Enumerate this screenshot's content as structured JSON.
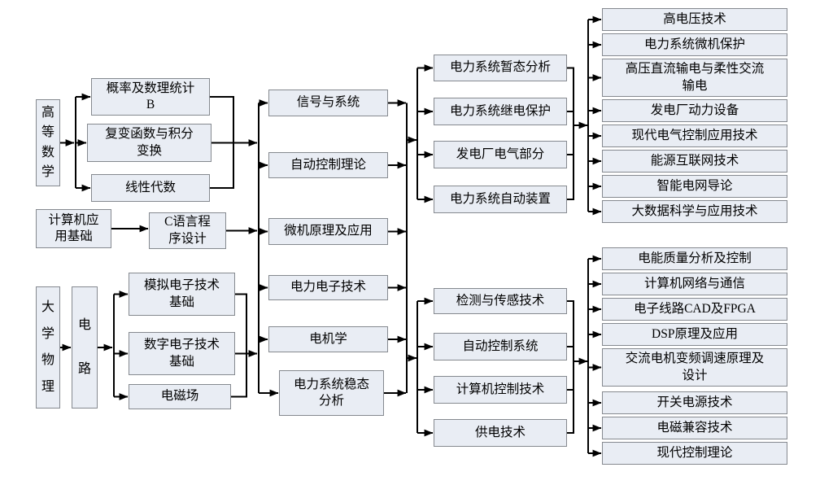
{
  "diagram": {
    "description": "curriculum prerequisite flowchart",
    "theme": {
      "box_fill": "#e9edf4",
      "box_border": "#85898f",
      "line_color": "#000000",
      "background": "#ffffff"
    },
    "columns": [
      {
        "name": "public-basic-courses",
        "nodes": [
          {
            "id": "math",
            "label": "高等数学",
            "orientation": "vertical"
          },
          {
            "id": "computer-basics",
            "label": "计算机应\n用基础"
          },
          {
            "id": "physics",
            "label": "大学物理",
            "orientation": "vertical"
          },
          {
            "id": "circuits",
            "label": "电路",
            "orientation": "vertical"
          }
        ]
      },
      {
        "name": "basic-courses",
        "nodes": [
          {
            "id": "probability",
            "label": "概率及数理统计\nB"
          },
          {
            "id": "complex-functions",
            "label": "复变函数与积分\n变换"
          },
          {
            "id": "linear-algebra",
            "label": "线性代数"
          },
          {
            "id": "c-language",
            "label": "C语言程\n序设计"
          },
          {
            "id": "analog-electronics",
            "label": "模拟电子技术\n基础"
          },
          {
            "id": "digital-electronics",
            "label": "数字电子技术\n基础"
          },
          {
            "id": "electromagnetic-field",
            "label": "电磁场"
          }
        ]
      },
      {
        "name": "core-technical-courses",
        "nodes": [
          {
            "id": "signals-systems",
            "label": "信号与系统"
          },
          {
            "id": "auto-control-theory",
            "label": "自动控制理论"
          },
          {
            "id": "microcomputer",
            "label": "微机原理及应用"
          },
          {
            "id": "power-electronics",
            "label": "电力电子技术"
          },
          {
            "id": "electric-machinery",
            "label": "电机学"
          },
          {
            "id": "power-system-steady-state",
            "label": "电力系统稳态\n分析"
          }
        ]
      },
      {
        "name": "professional-courses",
        "nodes": [
          {
            "id": "transient-analysis",
            "label": "电力系统暂态分析"
          },
          {
            "id": "relay-protection",
            "label": "电力系统继电保护"
          },
          {
            "id": "power-plant-electrical",
            "label": "发电厂电气部分"
          },
          {
            "id": "auto-devices",
            "label": "电力系统自动装置"
          },
          {
            "id": "detection-sensing",
            "label": "检测与传感技术"
          },
          {
            "id": "auto-control-systems",
            "label": "自动控制系统"
          },
          {
            "id": "computer-control",
            "label": "计算机控制技术"
          },
          {
            "id": "power-supply",
            "label": "供电技术"
          }
        ]
      },
      {
        "name": "elective-courses",
        "nodes": [
          {
            "id": "high-voltage",
            "label": "高电压技术"
          },
          {
            "id": "microcomputer-protection",
            "label": "电力系统微机保护"
          },
          {
            "id": "hvdc",
            "label": "高压直流输电与柔性交流\n输电"
          },
          {
            "id": "power-plant-equipment",
            "label": "发电厂动力设备"
          },
          {
            "id": "modern-electrical-control",
            "label": "现代电气控制应用技术"
          },
          {
            "id": "energy-internet",
            "label": "能源互联网技术"
          },
          {
            "id": "smart-grid",
            "label": "智能电网导论"
          },
          {
            "id": "big-data",
            "label": "大数据科学与应用技术"
          },
          {
            "id": "power-quality",
            "label": "电能质量分析及控制"
          },
          {
            "id": "computer-networks",
            "label": "计算机网络与通信"
          },
          {
            "id": "cad-fpga",
            "label": "电子线路CAD及FPGA"
          },
          {
            "id": "dsp",
            "label": "DSP原理及应用"
          },
          {
            "id": "ac-motor-vfd",
            "label": "交流电机变频调速原理及\n设计"
          },
          {
            "id": "switching-power",
            "label": "开关电源技术"
          },
          {
            "id": "emc",
            "label": "电磁兼容技术"
          },
          {
            "id": "modern-control-theory",
            "label": "现代控制理论"
          }
        ]
      }
    ],
    "flows": [
      {
        "from": [
          "math"
        ],
        "to": [
          "probability",
          "complex-functions",
          "linear-algebra"
        ]
      },
      {
        "from": [
          "computer-basics"
        ],
        "to": [
          "c-language"
        ]
      },
      {
        "from": [
          "physics"
        ],
        "to": [
          "circuits"
        ]
      },
      {
        "from": [
          "circuits"
        ],
        "to": [
          "analog-electronics",
          "digital-electronics",
          "electromagnetic-field"
        ]
      },
      {
        "from": [
          "probability",
          "complex-functions",
          "linear-algebra",
          "c-language",
          "analog-electronics",
          "digital-electronics",
          "electromagnetic-field"
        ],
        "to": [
          "signals-systems",
          "auto-control-theory",
          "microcomputer",
          "power-electronics",
          "electric-machinery",
          "power-system-steady-state"
        ]
      },
      {
        "from": [
          "signals-systems",
          "auto-control-theory",
          "microcomputer",
          "power-electronics",
          "electric-machinery",
          "power-system-steady-state"
        ],
        "to": [
          "transient-analysis",
          "relay-protection",
          "power-plant-electrical",
          "auto-devices"
        ]
      },
      {
        "from": [
          "signals-systems",
          "auto-control-theory",
          "microcomputer",
          "power-electronics",
          "electric-machinery",
          "power-system-steady-state"
        ],
        "to": [
          "detection-sensing",
          "auto-control-systems",
          "computer-control",
          "power-supply"
        ]
      },
      {
        "from": [
          "transient-analysis",
          "relay-protection",
          "power-plant-electrical",
          "auto-devices"
        ],
        "to": [
          "high-voltage",
          "microcomputer-protection",
          "hvdc",
          "power-plant-equipment",
          "modern-electrical-control",
          "energy-internet",
          "smart-grid",
          "big-data"
        ]
      },
      {
        "from": [
          "detection-sensing",
          "auto-control-systems",
          "computer-control",
          "power-supply"
        ],
        "to": [
          "power-quality",
          "computer-networks",
          "cad-fpga",
          "dsp",
          "ac-motor-vfd",
          "switching-power",
          "emc",
          "modern-control-theory"
        ]
      }
    ]
  }
}
